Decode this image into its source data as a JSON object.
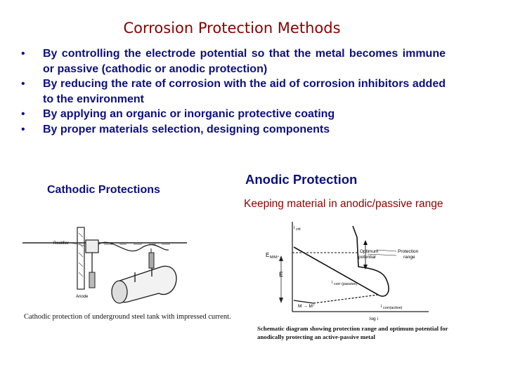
{
  "title": "Corrosion Protection Methods",
  "bullets": [
    {
      "text": "By controlling the electrode potential so that the metal becomes immune or passive (cathodic or anodic protection)"
    },
    {
      "text": "By reducing the rate of corrosion with the aid of corrosion inhibitors added to the environment"
    },
    {
      "text": "By applying an organic or inorganic protective coating"
    },
    {
      "text": "By proper materials selection, designing components"
    }
  ],
  "bullet_glyph": "•",
  "cathodic": {
    "heading": "Cathodic Protections",
    "labels": {
      "rectifier": "Rectifier",
      "anode": "Anode"
    },
    "caption": "Cathodic protection of underground steel tank with impressed current."
  },
  "anodic": {
    "heading": "Anodic Protection",
    "subheading": "Keeping material in anodic/passive range",
    "diagram_labels": {
      "i_pp": "i",
      "i_pp_sub": "crit",
      "e_pp": "E",
      "e_pp_sub": "M/M⁺",
      "e_axis": "E",
      "optimum": "Optimum",
      "optimum2": "potential",
      "protection": "Protection",
      "protection2": "range",
      "i_corr_passive": "i",
      "i_corr_passive_sub": "corr (passive)",
      "reaction": "M → M⁺",
      "i_corr_active": "i",
      "i_corr_active_sub": "corr(active)",
      "log_i": "log i"
    },
    "caption_line1": "Schematic diagram showing protection range and optimum potential for",
    "caption_line2": "anodically protecting an active-passive metal"
  },
  "colors": {
    "heading_blue": "#0d1080",
    "title_red": "#8b0000"
  }
}
